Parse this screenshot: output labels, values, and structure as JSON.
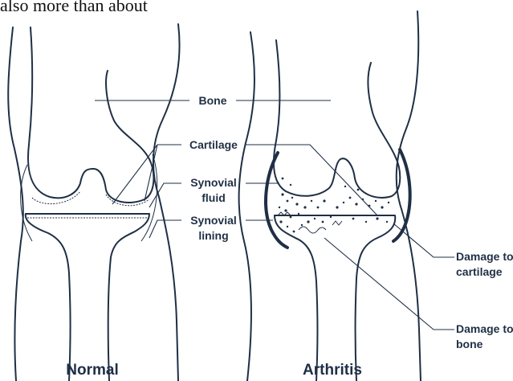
{
  "top_text": "also more than about",
  "labels": {
    "bone": "Bone",
    "cartilage": "Cartilage",
    "synovial_fluid_line1": "Synovial",
    "synovial_fluid_line2": "fluid",
    "synovial_lining_line1": "Synovial",
    "synovial_lining_line2": "lining",
    "damage_cartilage_line1": "Damage to",
    "damage_cartilage_line2": "cartilage",
    "damage_bone_line1": "Damage to",
    "damage_bone_line2": "bone"
  },
  "captions": {
    "normal": "Normal",
    "arthritis": "Arthritis"
  },
  "colors": {
    "ink": "#1f2f45",
    "background": "#ffffff"
  }
}
